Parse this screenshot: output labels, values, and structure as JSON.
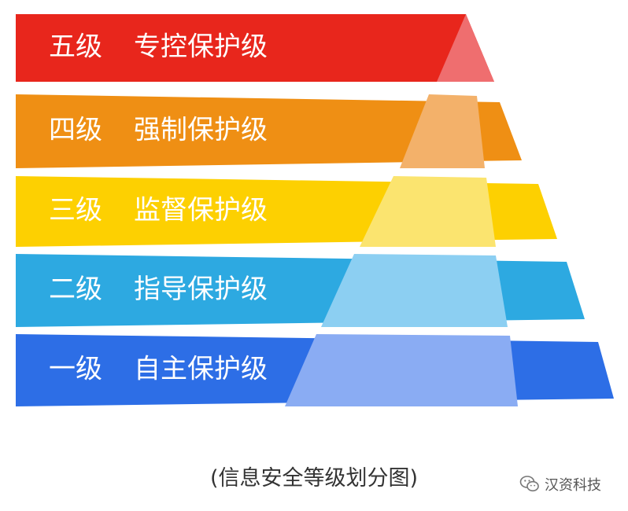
{
  "levels": [
    {
      "level": "五级",
      "name": "专控保护级",
      "color": "#e8261c",
      "light": "#ef6e6f"
    },
    {
      "level": "四级",
      "name": "强制保护级",
      "color": "#ef8f14",
      "light": "#f3b16a"
    },
    {
      "level": "三级",
      "name": "监督保护级",
      "color": "#fdd001",
      "light": "#fbe46f"
    },
    {
      "level": "二级",
      "name": "指导保护级",
      "color": "#2da9e1",
      "light": "#8ccff2"
    },
    {
      "level": "一级",
      "name": "自主保护级",
      "color": "#2d6ee6",
      "light": "#8aacf3"
    }
  ],
  "caption": "(信息安全等级划分图)",
  "watermark": {
    "text": "汉资科技",
    "icon": "wechat-icon"
  }
}
